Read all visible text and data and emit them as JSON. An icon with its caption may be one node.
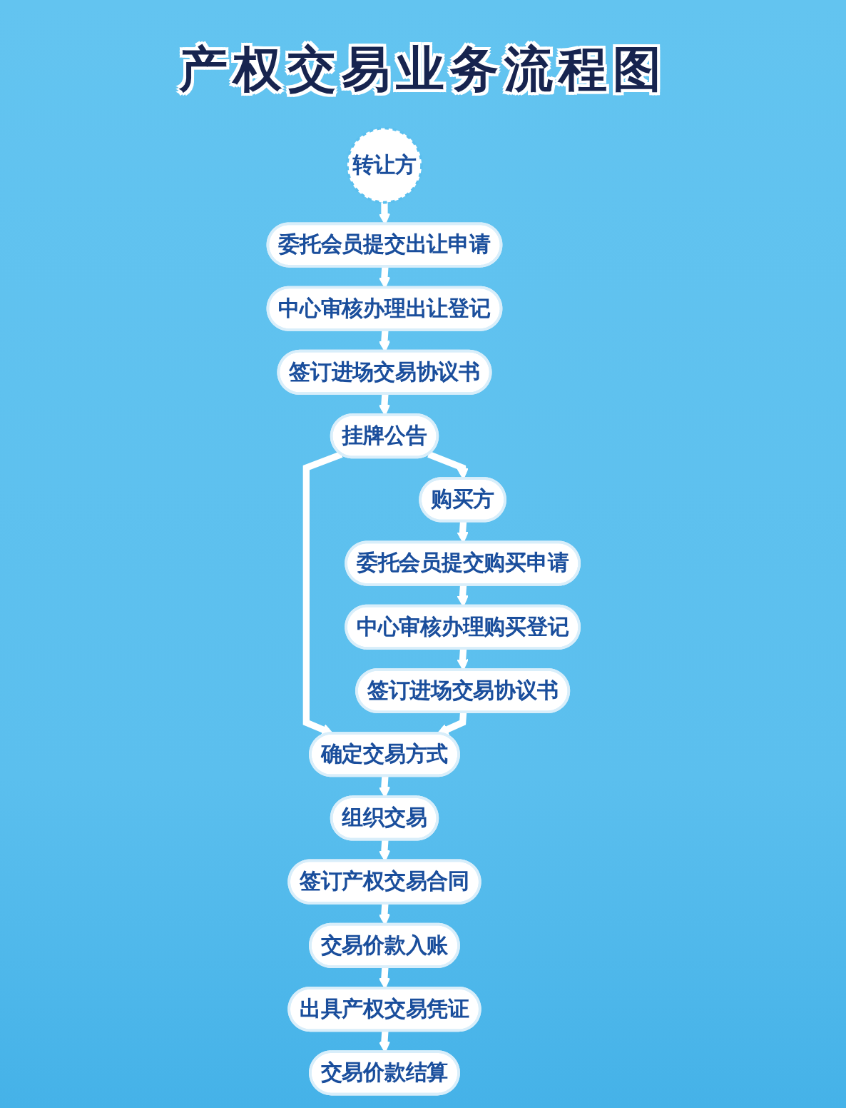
{
  "diagram": {
    "title": "产权交易业务流程图",
    "nodes": [
      {
        "text": [
          "转让方"
        ]
      },
      {
        "text": [
          "委托会员提交出让申请"
        ]
      },
      {
        "text": [
          "中心审核办理出让登记"
        ]
      },
      {
        "text": [
          "签订进场交易协议书"
        ]
      },
      {
        "text": [
          "挂牌公告"
        ]
      },
      {
        "text": [
          "购买方"
        ]
      },
      {
        "text": [
          "委托会员提交购买申请"
        ]
      },
      {
        "text": [
          "中心审核办理购买登记"
        ]
      },
      {
        "text": [
          "签订进场交易协议书"
        ]
      },
      {
        "text": [
          "确定交易方式"
        ]
      },
      {
        "text": [
          "组织交易"
        ]
      },
      {
        "text": [
          "签订产权交易合同"
        ]
      },
      {
        "text": [
          "交易价款入账"
        ]
      },
      {
        "text": [
          "出具产权交易凭证"
        ]
      },
      {
        "text": [
          "交易价款结算"
        ]
      }
    ],
    "edges": [
      {
        "from": 0,
        "to": 1,
        "arrow": "to"
      },
      {
        "from": 1,
        "to": 2,
        "arrow": "to"
      },
      {
        "from": 2,
        "to": 3,
        "arrow": "to"
      },
      {
        "from": 3,
        "to": 4,
        "arrow": "to"
      },
      {
        "from": 4,
        "to": 5,
        "arrow": "to"
      },
      {
        "from": 5,
        "to": 6,
        "arrow": "to"
      },
      {
        "from": 6,
        "to": 7,
        "arrow": "to"
      },
      {
        "from": 7,
        "to": 8,
        "arrow": "to"
      },
      {
        "from": 4,
        "to": 9,
        "arrow": "to"
      },
      {
        "from": 8,
        "to": 9,
        "arrow": "to"
      },
      {
        "from": 9,
        "to": 10,
        "arrow": "to"
      },
      {
        "from": 10,
        "to": 11,
        "arrow": "to"
      },
      {
        "from": 11,
        "to": 12,
        "arrow": "to"
      },
      {
        "from": 12,
        "to": 13,
        "arrow": "to"
      },
      {
        "from": 13,
        "to": 14,
        "arrow": "to"
      }
    ]
  }
}
